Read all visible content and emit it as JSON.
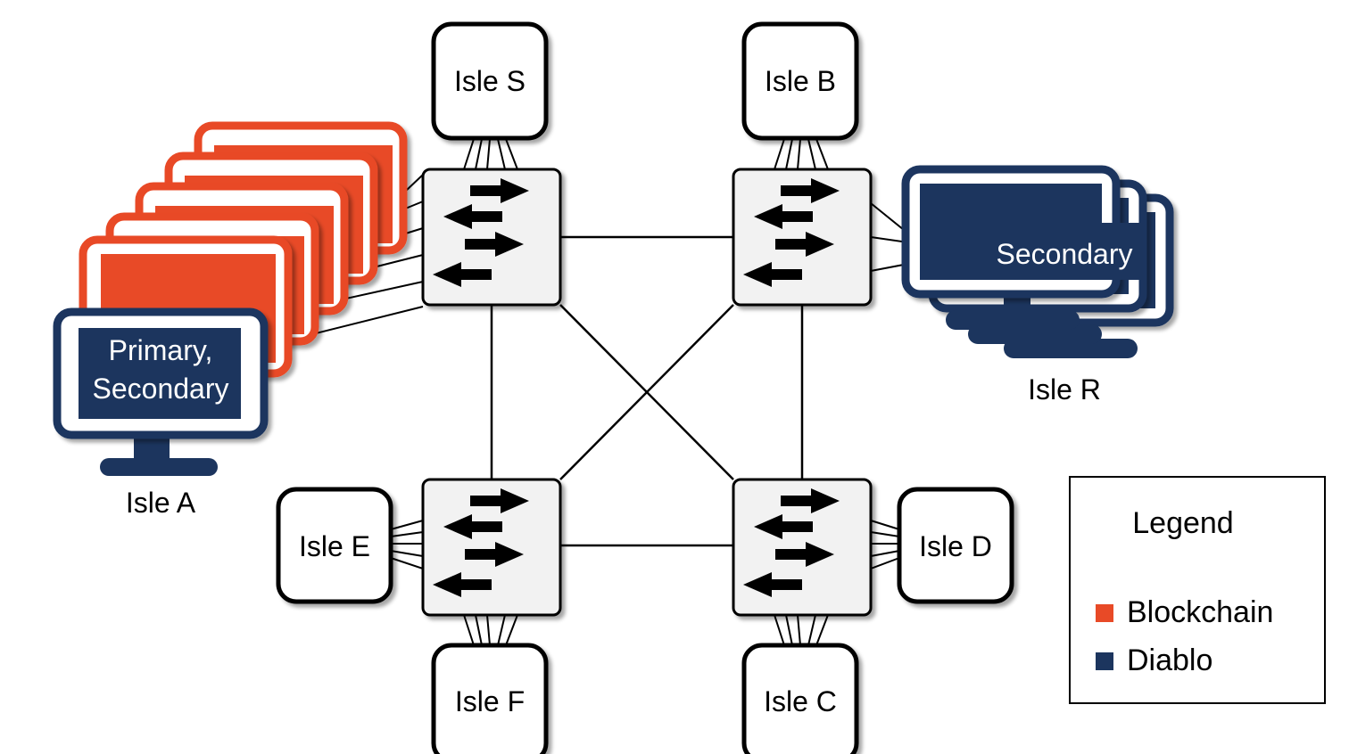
{
  "isles": {
    "s": "Isle S",
    "b": "Isle B",
    "e": "Isle E",
    "d": "Isle D",
    "f": "Isle F",
    "c": "Isle C",
    "a": "Isle A",
    "r": "Isle R"
  },
  "monitors": {
    "a_line1": "Primary,",
    "a_line2": "Secondary",
    "r": "Secondary"
  },
  "legend": {
    "title": "Legend",
    "items": [
      {
        "label": "Blockchain",
        "color": "#e84a27"
      },
      {
        "label": "Diablo",
        "color": "#1c355e"
      }
    ]
  },
  "colors": {
    "blockchain": "#e84a27",
    "diablo": "#1c355e"
  },
  "icons": {
    "switch": "network-switch-icon",
    "monitor": "monitor-icon"
  }
}
